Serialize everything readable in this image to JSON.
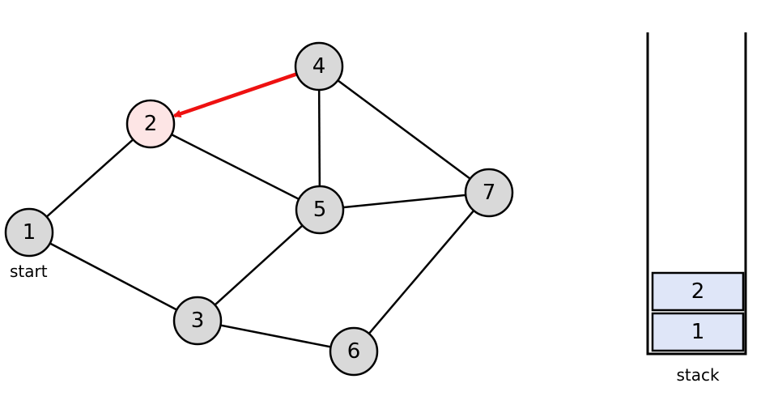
{
  "colors": {
    "node_fill": "#d9d9d9",
    "highlight_fill": "#fde5e5",
    "arrow": "#ee1111",
    "stack_cell_fill": "#dfe6f8"
  },
  "graph": {
    "nodes": [
      {
        "id": "1",
        "label": "1",
        "highlighted": false
      },
      {
        "id": "2",
        "label": "2",
        "highlighted": true
      },
      {
        "id": "3",
        "label": "3",
        "highlighted": false
      },
      {
        "id": "4",
        "label": "4",
        "highlighted": false
      },
      {
        "id": "5",
        "label": "5",
        "highlighted": false
      },
      {
        "id": "6",
        "label": "6",
        "highlighted": false
      },
      {
        "id": "7",
        "label": "7",
        "highlighted": false
      }
    ],
    "edges": [
      [
        "1",
        "2"
      ],
      [
        "1",
        "3"
      ],
      [
        "2",
        "5"
      ],
      [
        "3",
        "5"
      ],
      [
        "3",
        "6"
      ],
      [
        "4",
        "5"
      ],
      [
        "4",
        "7"
      ],
      [
        "5",
        "7"
      ],
      [
        "6",
        "7"
      ]
    ],
    "arrow": {
      "from": "4",
      "to": "2"
    },
    "start_label": "start"
  },
  "stack": {
    "items": [
      "2",
      "1"
    ],
    "label": "stack"
  }
}
